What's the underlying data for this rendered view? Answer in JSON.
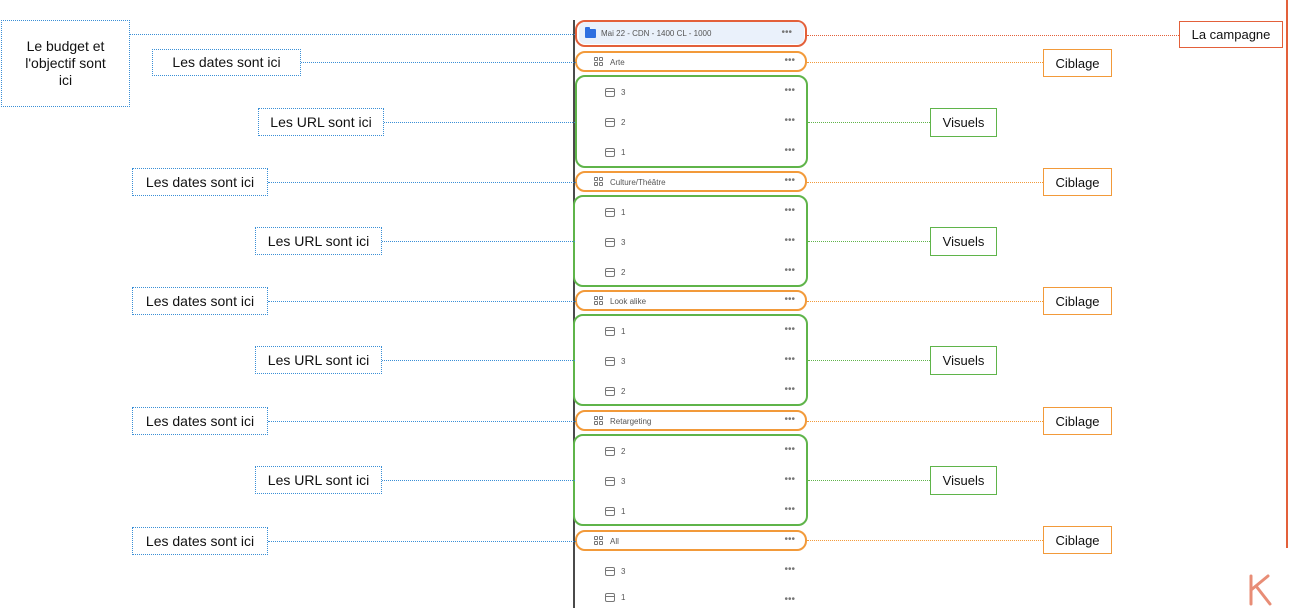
{
  "annotations": {
    "budget_goal": "Le budget et l'objectif sont  ici",
    "dates": "Les dates sont ici",
    "urls": "Les URL sont ici",
    "campaign": "La campagne",
    "targeting": "Ciblage",
    "visuals": "Visuels"
  },
  "tree": {
    "campaign": "Mai 22 - CDN - 1400 CL - 1000",
    "menu": "•••",
    "groups": [
      {
        "name": "Arte",
        "items": [
          "3",
          "2",
          "1"
        ]
      },
      {
        "name": "Culture/Théâtre",
        "items": [
          "1",
          "3",
          "2"
        ]
      },
      {
        "name": "Look alike",
        "items": [
          "1",
          "3",
          "2"
        ]
      },
      {
        "name": "Retargeting",
        "items": [
          "2",
          "3",
          "1"
        ]
      },
      {
        "name": "All",
        "items": [
          "3",
          "1"
        ]
      }
    ]
  },
  "colors": {
    "blue": "#3a8fd6",
    "orange": "#f29a3a",
    "green": "#5fb44a",
    "red": "#e3603a",
    "folder": "#2e6fe0"
  },
  "icons": [
    "folder-icon",
    "grid-icon",
    "document-icon",
    "more-icon",
    "logo-icon"
  ]
}
